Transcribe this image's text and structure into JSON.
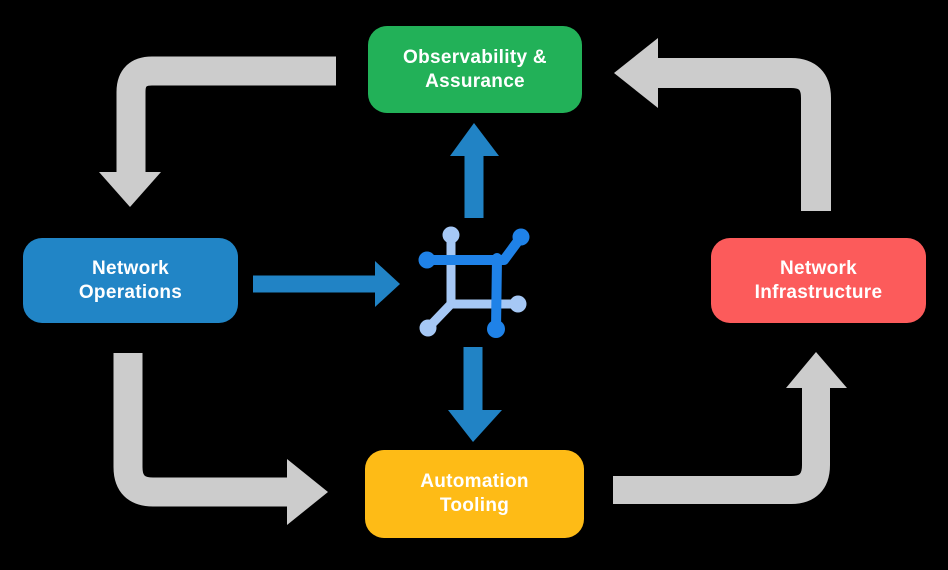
{
  "background": "#000000",
  "nodes": [
    {
      "id": "observability-assurance",
      "lines": [
        "Observability &",
        "Assurance"
      ],
      "color": "#22B158",
      "text_color": "#FFFFFF"
    },
    {
      "id": "network-operations",
      "lines": [
        "Network",
        "Operations"
      ],
      "color": "#2185C6",
      "text_color": "#FFFFFF"
    },
    {
      "id": "network-infrastructure",
      "lines": [
        "Network",
        "Infrastructure"
      ],
      "color": "#FC5B5B",
      "text_color": "#FFFFFF"
    },
    {
      "id": "automation-tooling",
      "lines": [
        "Automation",
        "Tooling"
      ],
      "color": "#FEBB16",
      "text_color": "#FFFFFF"
    }
  ],
  "arrows": {
    "cycle_color": "#CCCCCC",
    "hub_color": "#2183C5",
    "cycle": [
      {
        "from": "observability-assurance",
        "to": "network-operations",
        "position": "top-left",
        "head_direction": "down"
      },
      {
        "from": "network-operations",
        "to": "automation-tooling",
        "position": "bottom-left",
        "head_direction": "right"
      },
      {
        "from": "automation-tooling",
        "to": "network-infrastructure",
        "position": "bottom-right",
        "head_direction": "up"
      },
      {
        "from": "network-infrastructure",
        "to": "observability-assurance",
        "position": "top-right",
        "head_direction": "left"
      }
    ],
    "hub": [
      {
        "from": "network-operations",
        "to": "hub-icon",
        "head_direction": "right"
      },
      {
        "from": "hub-icon",
        "to": "observability-assurance",
        "head_direction": "up"
      },
      {
        "from": "hub-icon",
        "to": "automation-tooling",
        "head_direction": "down"
      }
    ]
  },
  "icon": {
    "name": "network-fabric-icon",
    "dark_color": "#1F82E8",
    "light_color": "#A6C8F5"
  }
}
